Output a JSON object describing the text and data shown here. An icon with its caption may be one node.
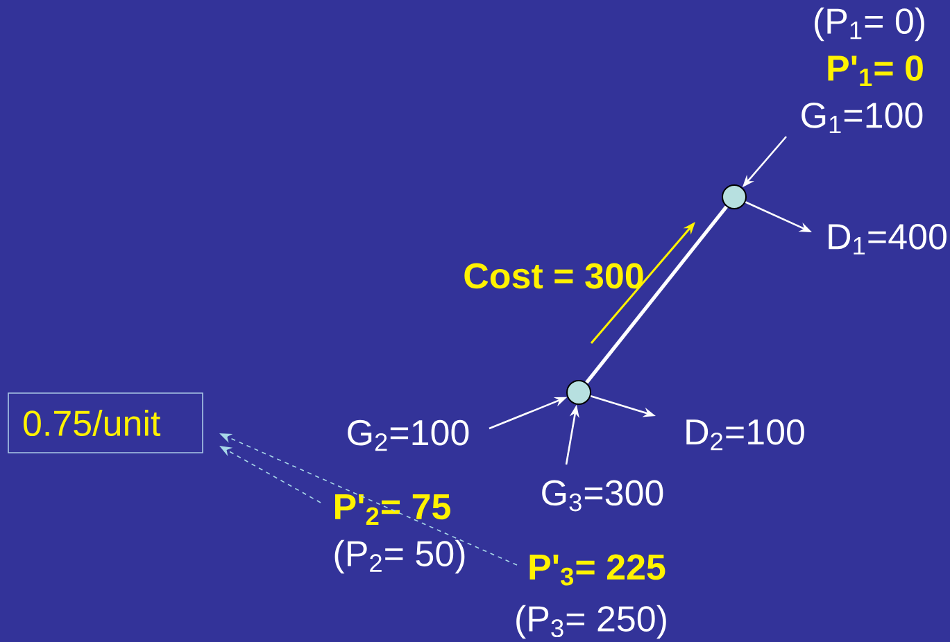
{
  "diagram": {
    "nodes": [
      {
        "text": [],
        "shape": "circle"
      },
      {
        "text": [],
        "shape": "circle"
      },
      {
        "text": [
          "G$_{1}$=100"
        ]
      },
      {
        "text": [
          "D$_{1}$=400"
        ]
      },
      {
        "text": [
          "G$_{2}$=100"
        ]
      },
      {
        "text": [
          "G$_{3}$=300"
        ]
      },
      {
        "text": [
          "D$_{2}$=100"
        ]
      },
      {
        "text": [
          "0.75/unit"
        ]
      },
      {
        "text": [
          "P'$_{2}$= 75"
        ]
      },
      {
        "text": [
          "P'$_{3}$= 225"
        ]
      }
    ],
    "edges": [
      {
        "from": 2,
        "to": 0,
        "arrow": "to"
      },
      {
        "from": 0,
        "to": 3,
        "arrow": "to"
      },
      {
        "from": 0,
        "to": 1,
        "arrow": "none",
        "style": "thick"
      },
      {
        "from": 4,
        "to": 1,
        "arrow": "to"
      },
      {
        "from": 5,
        "to": 1,
        "arrow": "to"
      },
      {
        "from": 1,
        "to": 6,
        "arrow": "to"
      },
      {
        "from": 8,
        "to": 7,
        "arrow": "to",
        "style": "dashed",
        "color": "#a8d8e8"
      },
      {
        "from": 9,
        "to": 7,
        "arrow": "to",
        "style": "dashed",
        "color": "#a8d8e8"
      }
    ],
    "labels": [
      "(P$_{1}$= 0)",
      "P'$_{1}$= 0",
      "Cost = 300",
      "(P$_{2}$= 50)",
      "(P$_{3}$= 250)"
    ]
  }
}
